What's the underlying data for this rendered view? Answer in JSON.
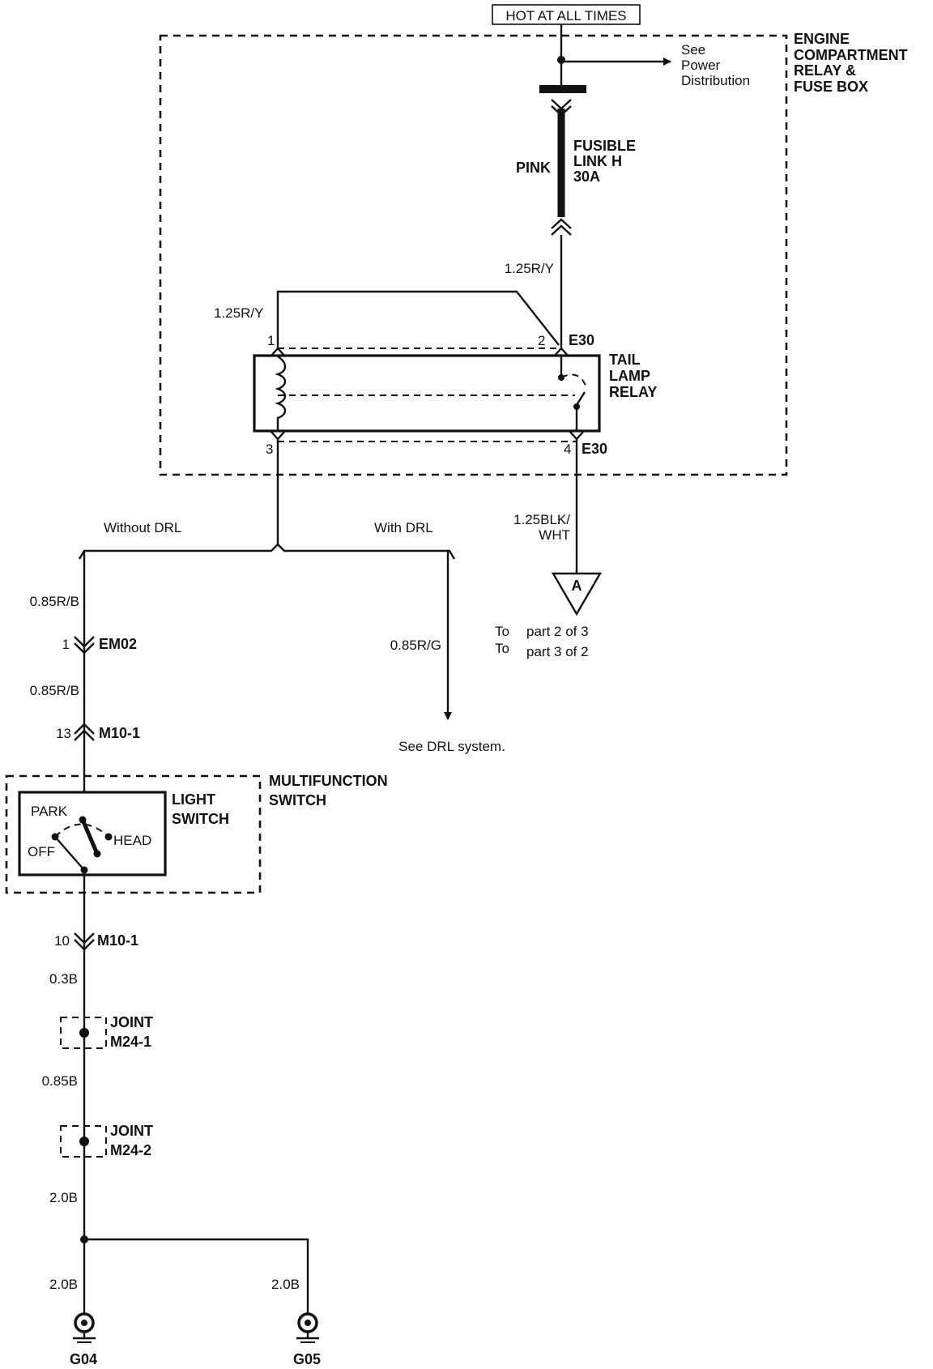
{
  "header": {
    "hot": "HOT AT ALL TIMES"
  },
  "power": {
    "see": "See",
    "power": "Power",
    "distribution": "Distribution"
  },
  "fuse_box": {
    "line1": "ENGINE",
    "line2": "COMPARTMENT",
    "line3": "RELAY &",
    "line4": "FUSE BOX"
  },
  "fusible": {
    "color": "PINK",
    "line1": "FUSIBLE",
    "line2": "LINK H",
    "line3": "30A"
  },
  "wires": {
    "w_125ry_a": "1.25R/Y",
    "w_125ry_b": "1.25R/Y",
    "w_125blk_1": "1.25BLK/",
    "w_125blk_2": "WHT",
    "w_085rb_a": "0.85R/B",
    "w_085rb_b": "0.85R/B",
    "w_085rg": "0.85R/G",
    "w_03b": "0.3B",
    "w_085b": "0.85B",
    "w_20b_a": "2.0B",
    "w_20b_b": "2.0B",
    "w_20b_c": "2.0B"
  },
  "relay": {
    "pin1": "1",
    "pin2": "2",
    "pin3": "3",
    "pin4": "4",
    "conn_top": "E30",
    "conn_bot": "E30",
    "line1": "TAIL",
    "line2": "LAMP",
    "line3": "RELAY"
  },
  "branch": {
    "without": "Without DRL",
    "with": "With DRL",
    "see_drl": "See DRL system."
  },
  "offpage": {
    "letter": "A",
    "to1": "To",
    "part1": "part 2 of 3",
    "to2": "To",
    "part2": "part 3 of 2"
  },
  "connectors": {
    "em02_pin": "1",
    "em02": "EM02",
    "m101_pin_a": "13",
    "m101_a": "M10-1",
    "m101_pin_b": "10",
    "m101_b": "M10-1"
  },
  "switch": {
    "mf1": "MULTIFUNCTION",
    "mf2": "SWITCH",
    "ls1": "LIGHT",
    "ls2": "SWITCH",
    "park": "PARK",
    "off": "OFF",
    "head": "HEAD"
  },
  "joints": {
    "j1a": "JOINT",
    "j1b": "M24-1",
    "j2a": "JOINT",
    "j2b": "M24-2"
  },
  "grounds": {
    "g04": "G04",
    "g05": "G05"
  }
}
